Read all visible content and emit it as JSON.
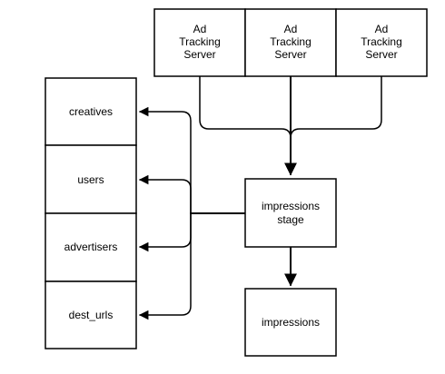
{
  "diagram": {
    "nodes": {
      "server_1": {
        "lines": [
          "Ad",
          "Tracking",
          "Server"
        ]
      },
      "server_2": {
        "lines": [
          "Ad",
          "Tracking",
          "Server"
        ]
      },
      "server_3": {
        "lines": [
          "Ad",
          "Tracking",
          "Server"
        ]
      },
      "impressions_stage": {
        "lines": [
          "impressions",
          "stage"
        ]
      },
      "impressions": {
        "lines": [
          "impressions"
        ]
      },
      "creatives": {
        "lines": [
          "creatives"
        ]
      },
      "users": {
        "lines": [
          "users"
        ]
      },
      "advertisers": {
        "lines": [
          "advertisers"
        ]
      },
      "dest_urls": {
        "lines": [
          "dest_urls"
        ]
      }
    },
    "edges": [
      {
        "from": "server_1",
        "to": "impressions_stage"
      },
      {
        "from": "server_2",
        "to": "impressions_stage"
      },
      {
        "from": "server_3",
        "to": "impressions_stage"
      },
      {
        "from": "impressions_stage",
        "to": "impressions"
      },
      {
        "from": "impressions_stage",
        "to": "creatives"
      },
      {
        "from": "impressions_stage",
        "to": "users"
      },
      {
        "from": "impressions_stage",
        "to": "advertisers"
      },
      {
        "from": "impressions_stage",
        "to": "dest_urls"
      }
    ],
    "colors": {
      "stroke": "#000000",
      "fill": "#ffffff",
      "text": "#000000"
    }
  }
}
